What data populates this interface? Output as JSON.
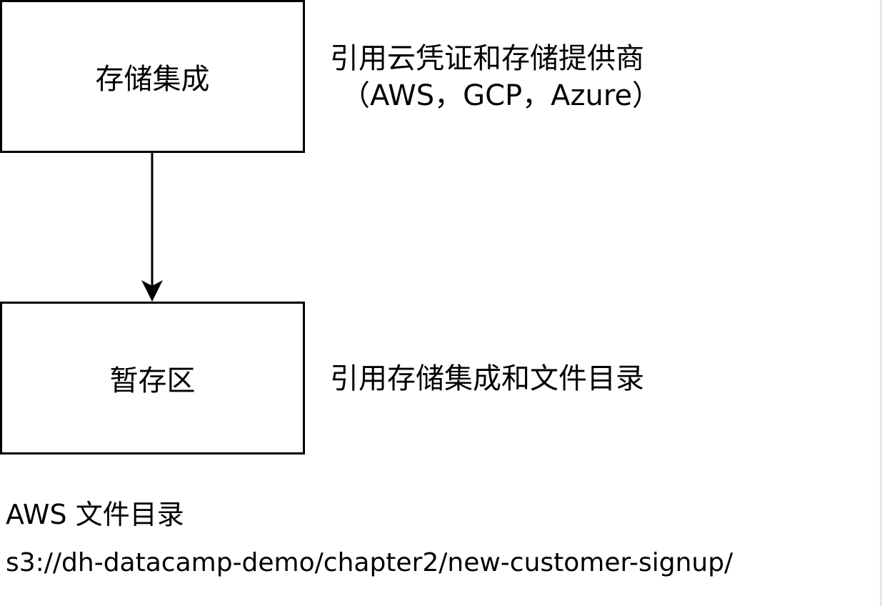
{
  "nodes": {
    "storage_integration": {
      "label": "存储集成",
      "note_line1": "引用云凭证和存储提供商",
      "note_line2": "（AWS，GCP，Azure）"
    },
    "stage": {
      "label": "暂存区",
      "note": "引用存储集成和文件目录"
    }
  },
  "footer": {
    "title": "AWS 文件目录",
    "path": "s3://dh-datacamp-demo/chapter2/new-customer-signup/"
  },
  "colors": {
    "stroke": "#000000",
    "background": "#ffffff"
  }
}
